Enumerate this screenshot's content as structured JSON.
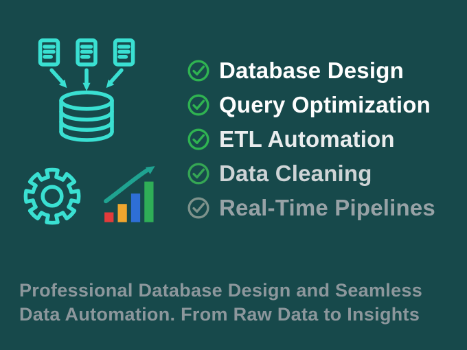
{
  "background": "#17494b",
  "features": {
    "items": [
      {
        "label": "Database Design",
        "text_color": "#ffffff",
        "check_color": "#2fb351"
      },
      {
        "label": "Query Optimization",
        "text_color": "#fdfdfd",
        "check_color": "#2fb351"
      },
      {
        "label": "ETL Automation",
        "text_color": "#e9eced",
        "check_color": "#2fb351"
      },
      {
        "label": "Data Cleaning",
        "text_color": "#ced4d6",
        "check_color": "#35a654"
      },
      {
        "label": "Real-Time Pipelines",
        "text_color": "#97a2a6",
        "check_color": "#7e928c"
      }
    ]
  },
  "tagline": {
    "line1": "Professional Database Design and Seamless",
    "line2": "Data Automation. From Raw Data to Insights",
    "color": "#8c979c"
  },
  "icons": {
    "documents_to_database": "documents-to-database-icon",
    "gear": "gear-icon",
    "growth_chart": "growth-chart-icon",
    "check": "check-circle-icon",
    "accent_color": "#3ae0d2",
    "trend_arrow_color": "#1fa391",
    "chart_bar_colors": [
      "#e23b3b",
      "#f0a62e",
      "#2e6fd6",
      "#2fae57"
    ]
  }
}
